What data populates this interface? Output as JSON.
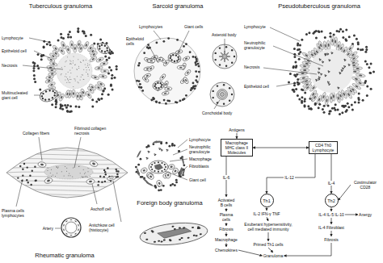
{
  "diagram": {
    "nodes": [
      {
        "text": [
          "Antigens"
        ]
      },
      {
        "text": [
          "Macrophage MHC class II Molecules"
        ]
      },
      {
        "text": [
          "CD4 Th0 Lymphocyte"
        ]
      },
      {
        "text": [
          "Costimulator CD28"
        ]
      },
      {
        "text": [
          "Th1"
        ]
      },
      {
        "text": [
          "Th2"
        ]
      },
      {
        "text": [
          "Activated B cells"
        ]
      },
      {
        "text": [
          "Plasma cells"
        ]
      },
      {
        "text": [
          "Fibrosis"
        ]
      },
      {
        "text": [
          "Macrophage"
        ]
      },
      {
        "text": [
          "Chemokines"
        ]
      },
      {
        "text": [
          "IL-2 IFN-γ TNF"
        ]
      },
      {
        "text": [
          "Exuberant hypersensitivity, cell mediated immunity"
        ]
      },
      {
        "text": [
          "Primed Th1 cells"
        ]
      },
      {
        "text": [
          "IL-4 IL-5 IL-10"
        ]
      },
      {
        "text": [
          "Anergy"
        ]
      },
      {
        "text": [
          "IL-4 Fibroblast"
        ]
      },
      {
        "text": [
          "Fibrosis"
        ]
      },
      {
        "text": [
          "Granuloma"
        ]
      }
    ],
    "edges": [
      {
        "from": 0,
        "to": 1,
        "arrow": "to"
      },
      {
        "from": 1,
        "to": 2,
        "arrow": "both"
      },
      {
        "from": 2,
        "to": 4,
        "arrow": "to",
        "label": "IL-12"
      },
      {
        "from": 2,
        "to": 5,
        "arrow": "to",
        "label": "IL-4"
      },
      {
        "from": 3,
        "to": 5,
        "arrow": "to"
      },
      {
        "from": 1,
        "to": 6,
        "arrow": "to",
        "label": "IL-6"
      },
      {
        "from": 6,
        "to": 7,
        "arrow": "to"
      },
      {
        "from": 7,
        "to": 8,
        "arrow": "to"
      },
      {
        "from": 8,
        "to": 9,
        "arrow": "to"
      },
      {
        "from": 9,
        "to": 10,
        "arrow": "to"
      },
      {
        "from": 10,
        "to": 18,
        "arrow": "to"
      },
      {
        "from": 4,
        "to": 11,
        "arrow": "to"
      },
      {
        "from": 11,
        "to": 12,
        "arrow": "to"
      },
      {
        "from": 12,
        "to": 13,
        "arrow": "to"
      },
      {
        "from": 13,
        "to": 18,
        "arrow": "to"
      },
      {
        "from": 5,
        "to": 14,
        "arrow": "to"
      },
      {
        "from": 14,
        "to": 15,
        "arrow": "to"
      },
      {
        "from": 14,
        "to": 16,
        "arrow": "to"
      },
      {
        "from": 16,
        "to": 17,
        "arrow": "to"
      },
      {
        "from": 17,
        "to": 18,
        "arrow": "to"
      }
    ],
    "labels": [
      "Tuberculous granuloma",
      "Lymphocyte",
      "Epitheloid cell",
      "Necrosis",
      "Multinucleated giant cell",
      "Sarcoid granuloma",
      "Lymphocytes",
      "Giant cells",
      "Epitheloid cells",
      "Asteroid body",
      "Conchoidal body",
      "Pseudotuberculous granuloma",
      "Lymphocyte",
      "Neutrophilic granulocyte",
      "Necrosis",
      "Epitheloid cell",
      "Collagen fibers",
      "Fibrinoid collagen necrosis",
      "Plasma cells lymphocytes",
      "Artery",
      "Aschoff cell",
      "Anitchkow cell (histiocyte)",
      "Rheumatic granuloma",
      "Lymphocyte",
      "Neutrophilic granulocyte",
      "Macrophage",
      "Fibroblasts",
      "Giant cell",
      "Foreign body granuloma"
    ]
  }
}
